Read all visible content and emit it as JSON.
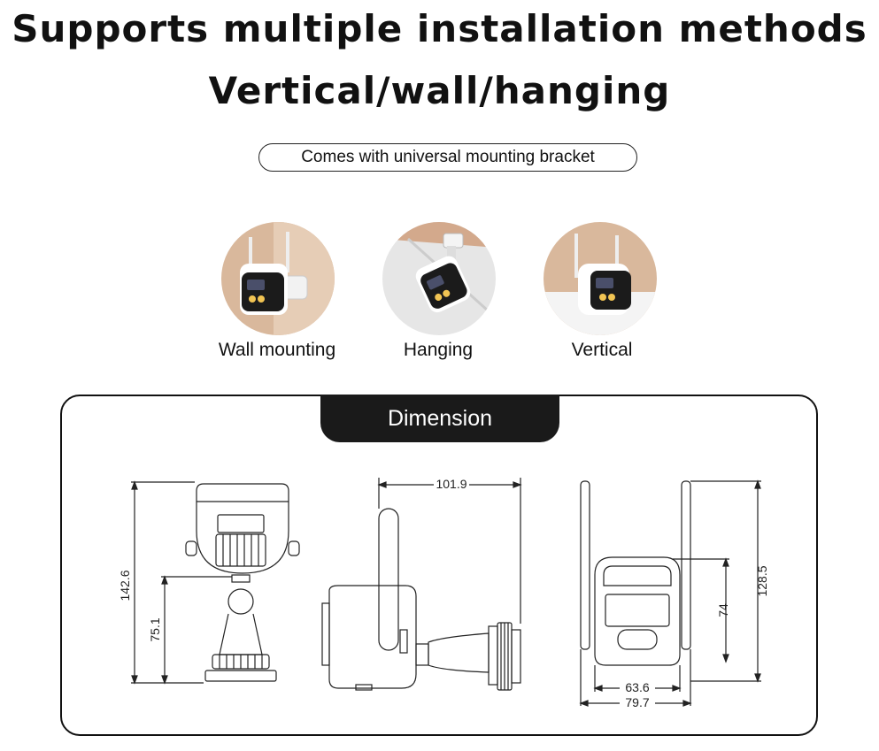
{
  "header": {
    "title_line1": "Supports multiple installation methods",
    "title_line2": "Vertical/wall/hanging",
    "badge": "Comes with universal mounting bracket"
  },
  "mounts": [
    {
      "label": "Wall mounting",
      "icon": "wall-mounted-camera-icon"
    },
    {
      "label": "Hanging",
      "icon": "hanging-camera-icon"
    },
    {
      "label": "Vertical",
      "icon": "vertical-camera-icon"
    }
  ],
  "dimension": {
    "tab_label": "Dimension",
    "front_view": {
      "total_height": "142.6",
      "bracket_height": "75.1"
    },
    "side_view": {
      "depth": "101.9"
    },
    "back_view": {
      "total_height": "128.5",
      "body_height": "74",
      "inner_width": "63.6",
      "outer_width": "79.7"
    }
  },
  "colors": {
    "panel_border": "#111111",
    "tab_bg": "#1a1a1a",
    "accent_light": "#f1c453"
  }
}
